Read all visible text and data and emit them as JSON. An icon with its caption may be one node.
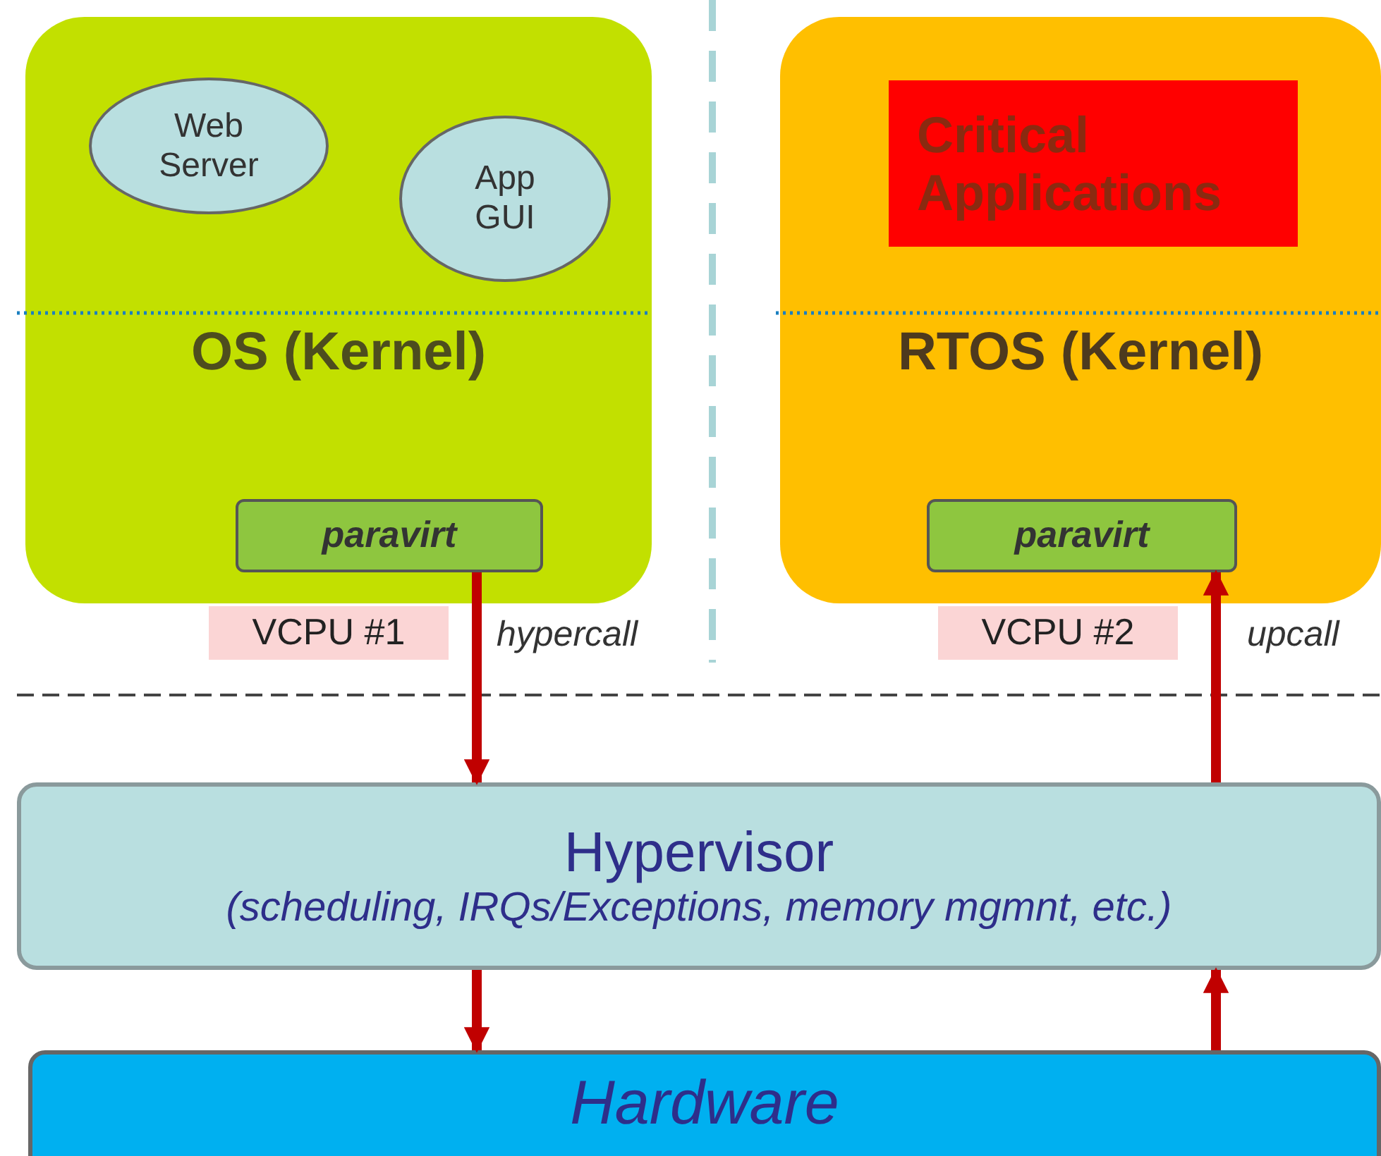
{
  "diagram": {
    "nodes": [
      {
        "text": [
          "OS (Kernel)"
        ]
      },
      {
        "text": [
          "Web Server"
        ],
        "in": 0
      },
      {
        "text": [
          "App GUI"
        ],
        "in": 0
      },
      {
        "text": [
          "paravirt"
        ],
        "in": 0
      },
      {
        "text": [
          "RTOS (Kernel)"
        ]
      },
      {
        "text": [
          "Critical Applications"
        ],
        "in": 4
      },
      {
        "text": [
          "paravirt"
        ],
        "in": 4
      },
      {
        "text": [
          "VCPU #1"
        ]
      },
      {
        "text": [
          "VCPU #2"
        ]
      },
      {
        "text": [
          "Hypervisor",
          "(scheduling, IRQs/Exceptions, memory mgmnt, etc.)"
        ]
      },
      {
        "text": [
          "Hardware"
        ]
      }
    ],
    "edges": [
      {
        "from": 3,
        "to": 9,
        "arrow": "to",
        "label": "hypercall"
      },
      {
        "from": 9,
        "to": 6,
        "arrow": "to",
        "label": "upcall"
      },
      {
        "from": 9,
        "to": 10,
        "arrow": "to"
      },
      {
        "from": 10,
        "to": 9,
        "arrow": "to"
      }
    ]
  }
}
